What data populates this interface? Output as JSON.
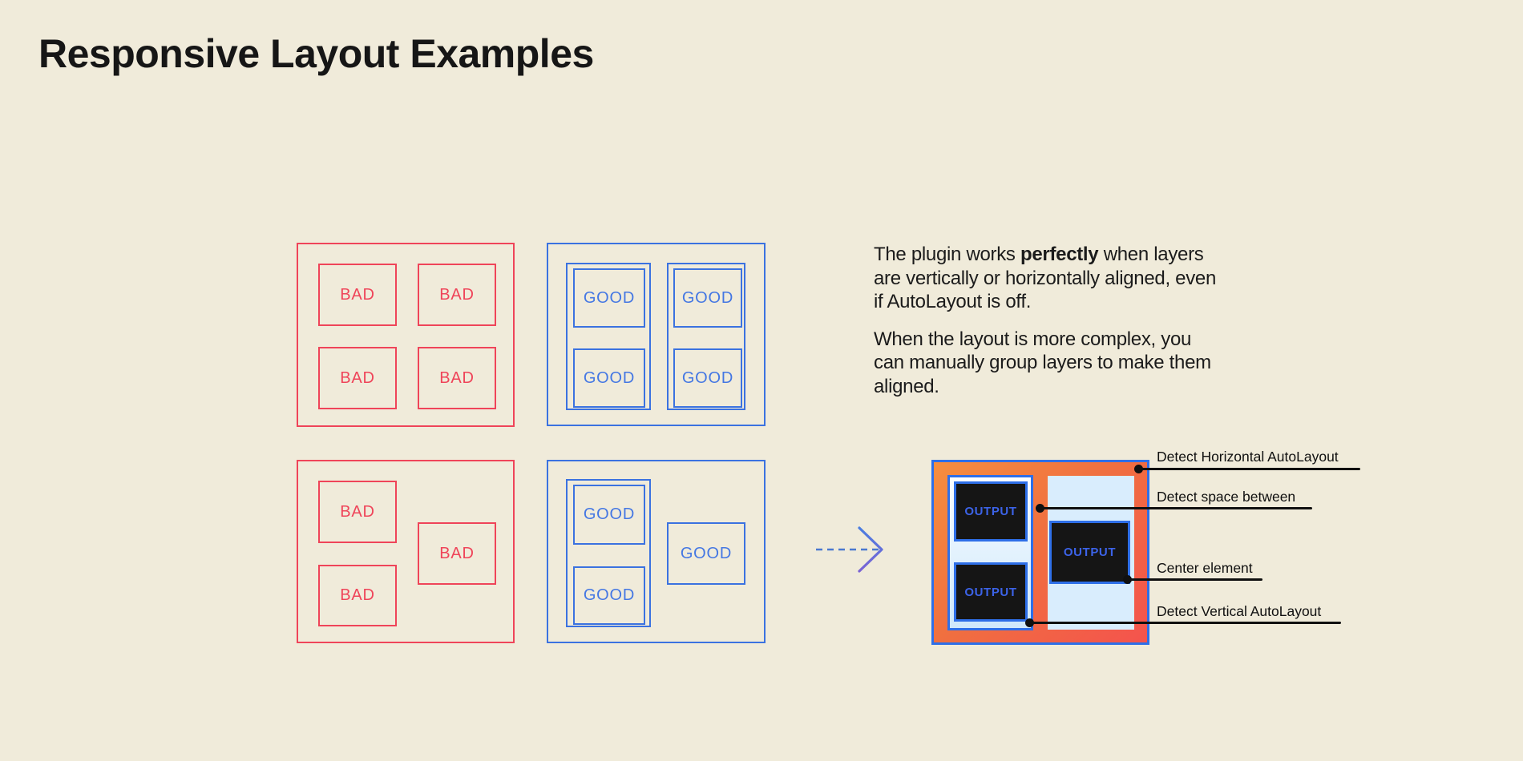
{
  "title": "Responsive Layout Examples",
  "labels": {
    "bad": "BAD",
    "good": "GOOD",
    "output": "OUTPUT"
  },
  "text": {
    "p1_before": "The plugin works ",
    "p1_bold": "perfectly",
    "p1_after": " when layers are vertically or horizontally aligned, even if AutoLayout is off.",
    "p2": "When the layout is more complex, you can manually group layers to make them aligned."
  },
  "annotations": [
    {
      "label": "Detect Horizontal AutoLayout"
    },
    {
      "label": "Detect space between"
    },
    {
      "label": "Center element"
    },
    {
      "label": "Detect Vertical AutoLayout"
    }
  ],
  "colors": {
    "background": "#f0ebda",
    "bad_red": "#ef4459",
    "good_blue": "#3b72e0",
    "output_border_blue": "#2e6fe8",
    "output_gradient_start": "#f68e3e",
    "output_gradient_end": "#f4534d",
    "output_panel_blue": "#d9edfd",
    "output_dark": "#151515",
    "annotation_black": "#101010"
  }
}
